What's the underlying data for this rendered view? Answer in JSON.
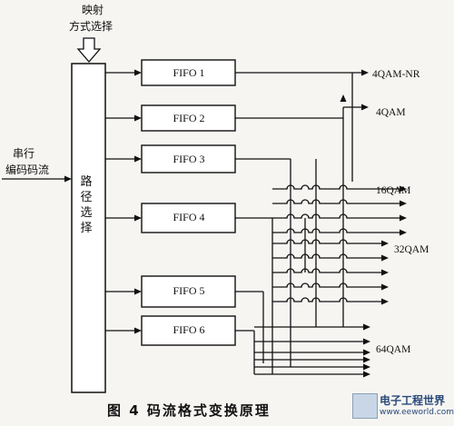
{
  "mapping_label_line1": "映射",
  "mapping_label_line2": "方式选择",
  "input_label_line1": "串行",
  "input_label_line2": "编码码流",
  "router_label": [
    "路",
    "径",
    "选",
    "择"
  ],
  "fifos": [
    "FIFO 1",
    "FIFO 2",
    "FIFO 3",
    "FIFO 4",
    "FIFO 5",
    "FIFO 6"
  ],
  "outputs": {
    "qam4nr": "4QAM-NR",
    "qam4": "4QAM",
    "qam16": "16QAM",
    "qam32": "32QAM",
    "qam64": "64QAM"
  },
  "caption": "图 4   码流格式变换原理",
  "watermark": {
    "brand": "电子工程世界",
    "site": "www.eeworld.com.cn"
  }
}
